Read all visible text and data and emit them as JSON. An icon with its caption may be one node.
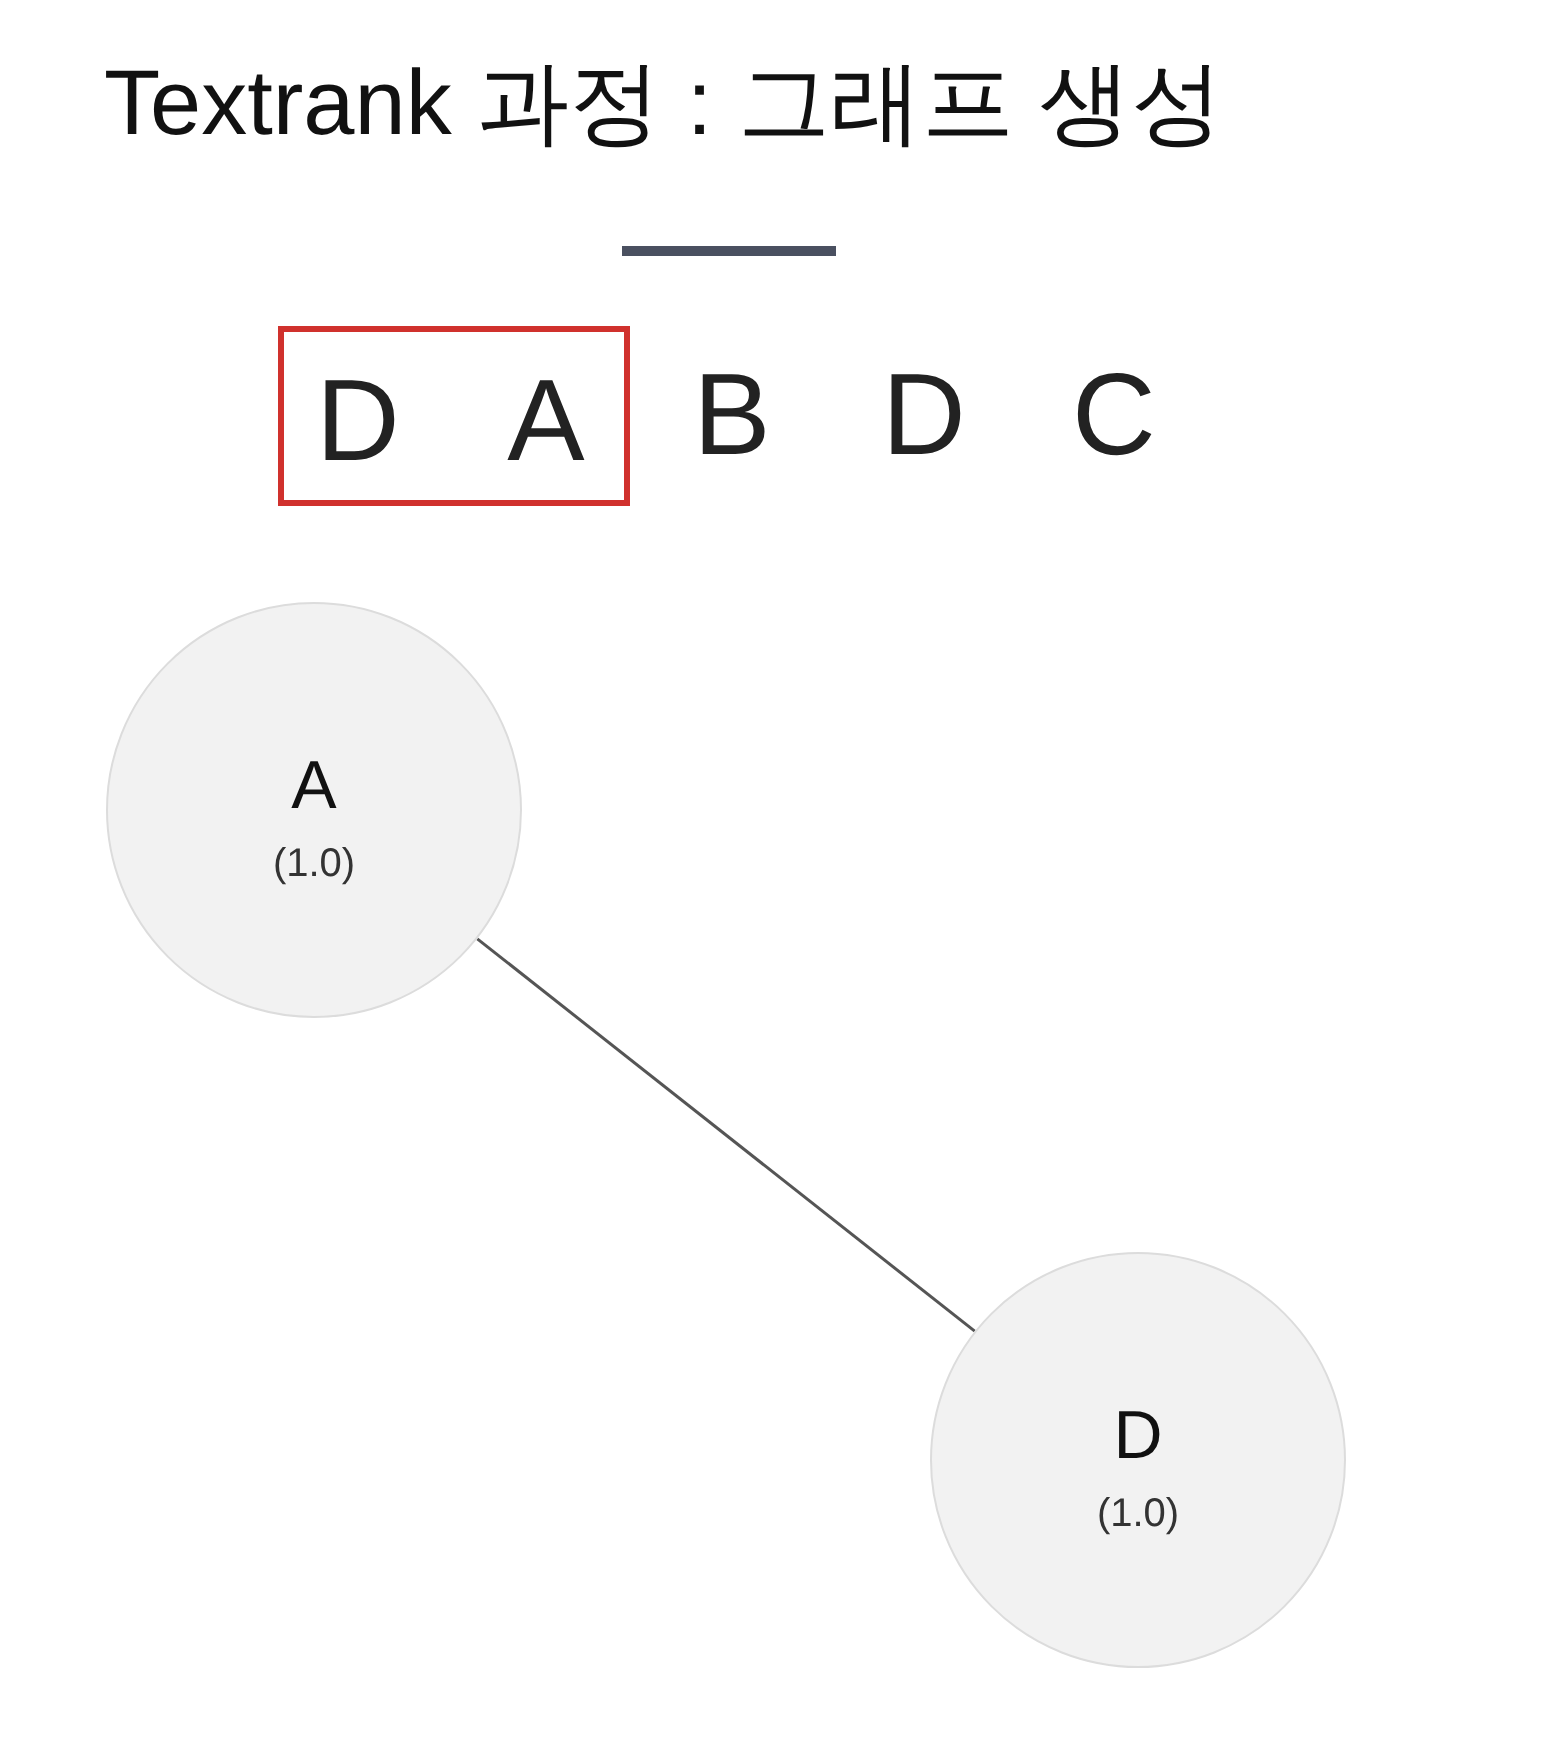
{
  "diagram": {
    "title": "Textrank 과정 : 그래프 생성",
    "nodes": [
      {
        "text": [
          "D",
          "A"
        ]
      },
      {
        "text": [
          "A",
          "(1.0)"
        ]
      },
      {
        "text": [
          "D",
          "(1.0)"
        ]
      }
    ],
    "edges": [
      {
        "from": 1,
        "to": 2,
        "arrow": "none"
      }
    ],
    "labels": [
      "B",
      "D",
      "C"
    ]
  }
}
